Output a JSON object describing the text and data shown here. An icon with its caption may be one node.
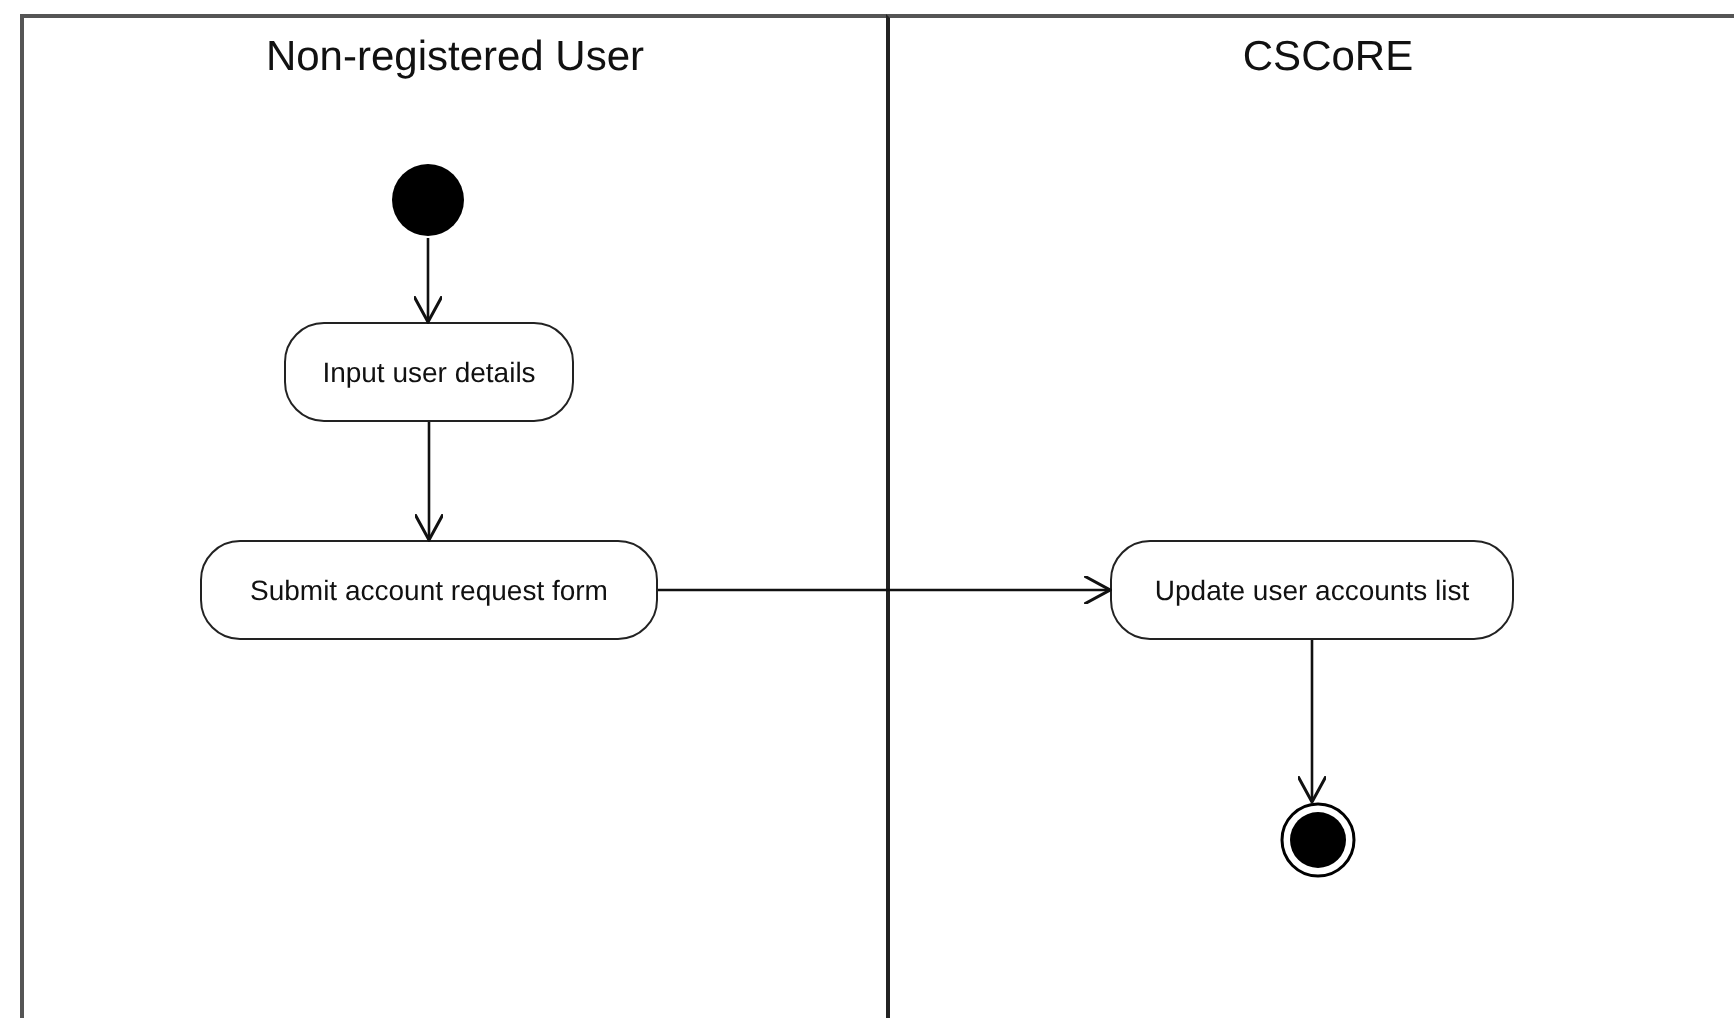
{
  "diagram": {
    "nodes": [
      {
        "text": [
          "Non-registered User"
        ]
      },
      {
        "text": [
          "CSCoRE"
        ]
      },
      {
        "text": [],
        "shape": "circle",
        "in": 0
      },
      {
        "text": [
          "Input user details"
        ],
        "in": 0
      },
      {
        "text": [
          "Submit account request form"
        ],
        "in": 0
      },
      {
        "text": [
          "Update user accounts list"
        ],
        "in": 1
      },
      {
        "text": [],
        "shape": "bullseye",
        "in": 1
      }
    ],
    "edges": [
      {
        "from": 2,
        "to": 3,
        "arrow": "to"
      },
      {
        "from": 3,
        "to": 4,
        "arrow": "to"
      },
      {
        "from": 4,
        "to": 5,
        "arrow": "to"
      },
      {
        "from": 5,
        "to": 6,
        "arrow": "to"
      }
    ]
  }
}
